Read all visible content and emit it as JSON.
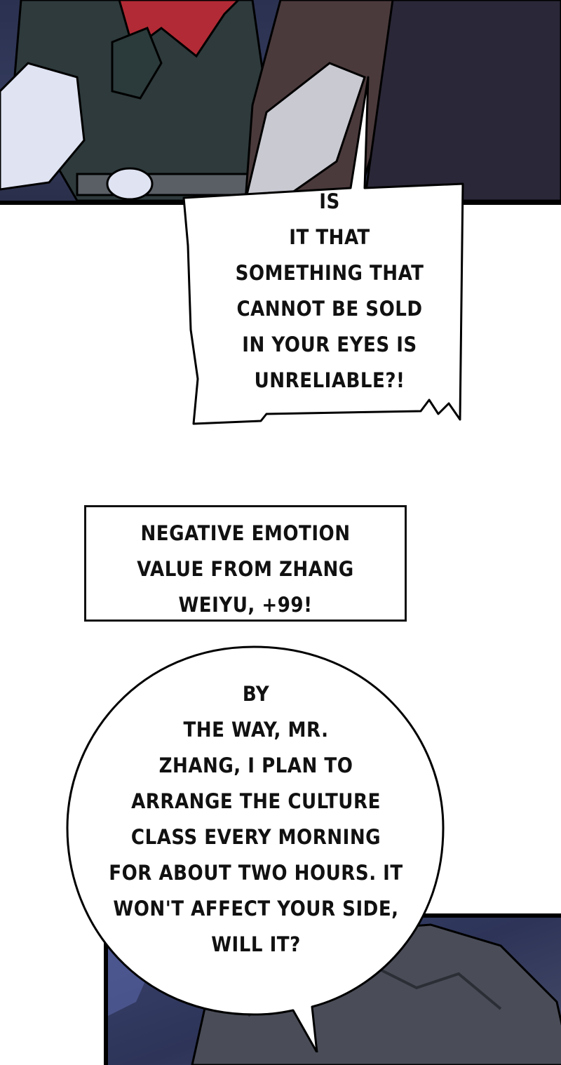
{
  "bubble1": {
    "lines": [
      "IS",
      "IT THAT",
      "SOMETHING THAT",
      "CANNOT BE SOLD",
      "IN YOUR EYES IS",
      "UNRELIABLE?!"
    ]
  },
  "system": {
    "lines": [
      "NEGATIVE EMOTION",
      "VALUE FROM ZHANG",
      "WEIYU, +99!"
    ]
  },
  "bubble2": {
    "lines": [
      "BY",
      "THE WAY, MR.",
      "ZHANG, I PLAN TO",
      "ARRANGE THE CULTURE",
      "CLASS EVERY MORNING",
      "FOR ABOUT TWO HOURS. IT",
      "WON'T AFFECT YOUR SIDE,",
      "WILL IT?"
    ]
  },
  "colors": {
    "panel_bg": "#2f3656",
    "bubble_fill": "#ffffff",
    "outline": "#000000"
  }
}
